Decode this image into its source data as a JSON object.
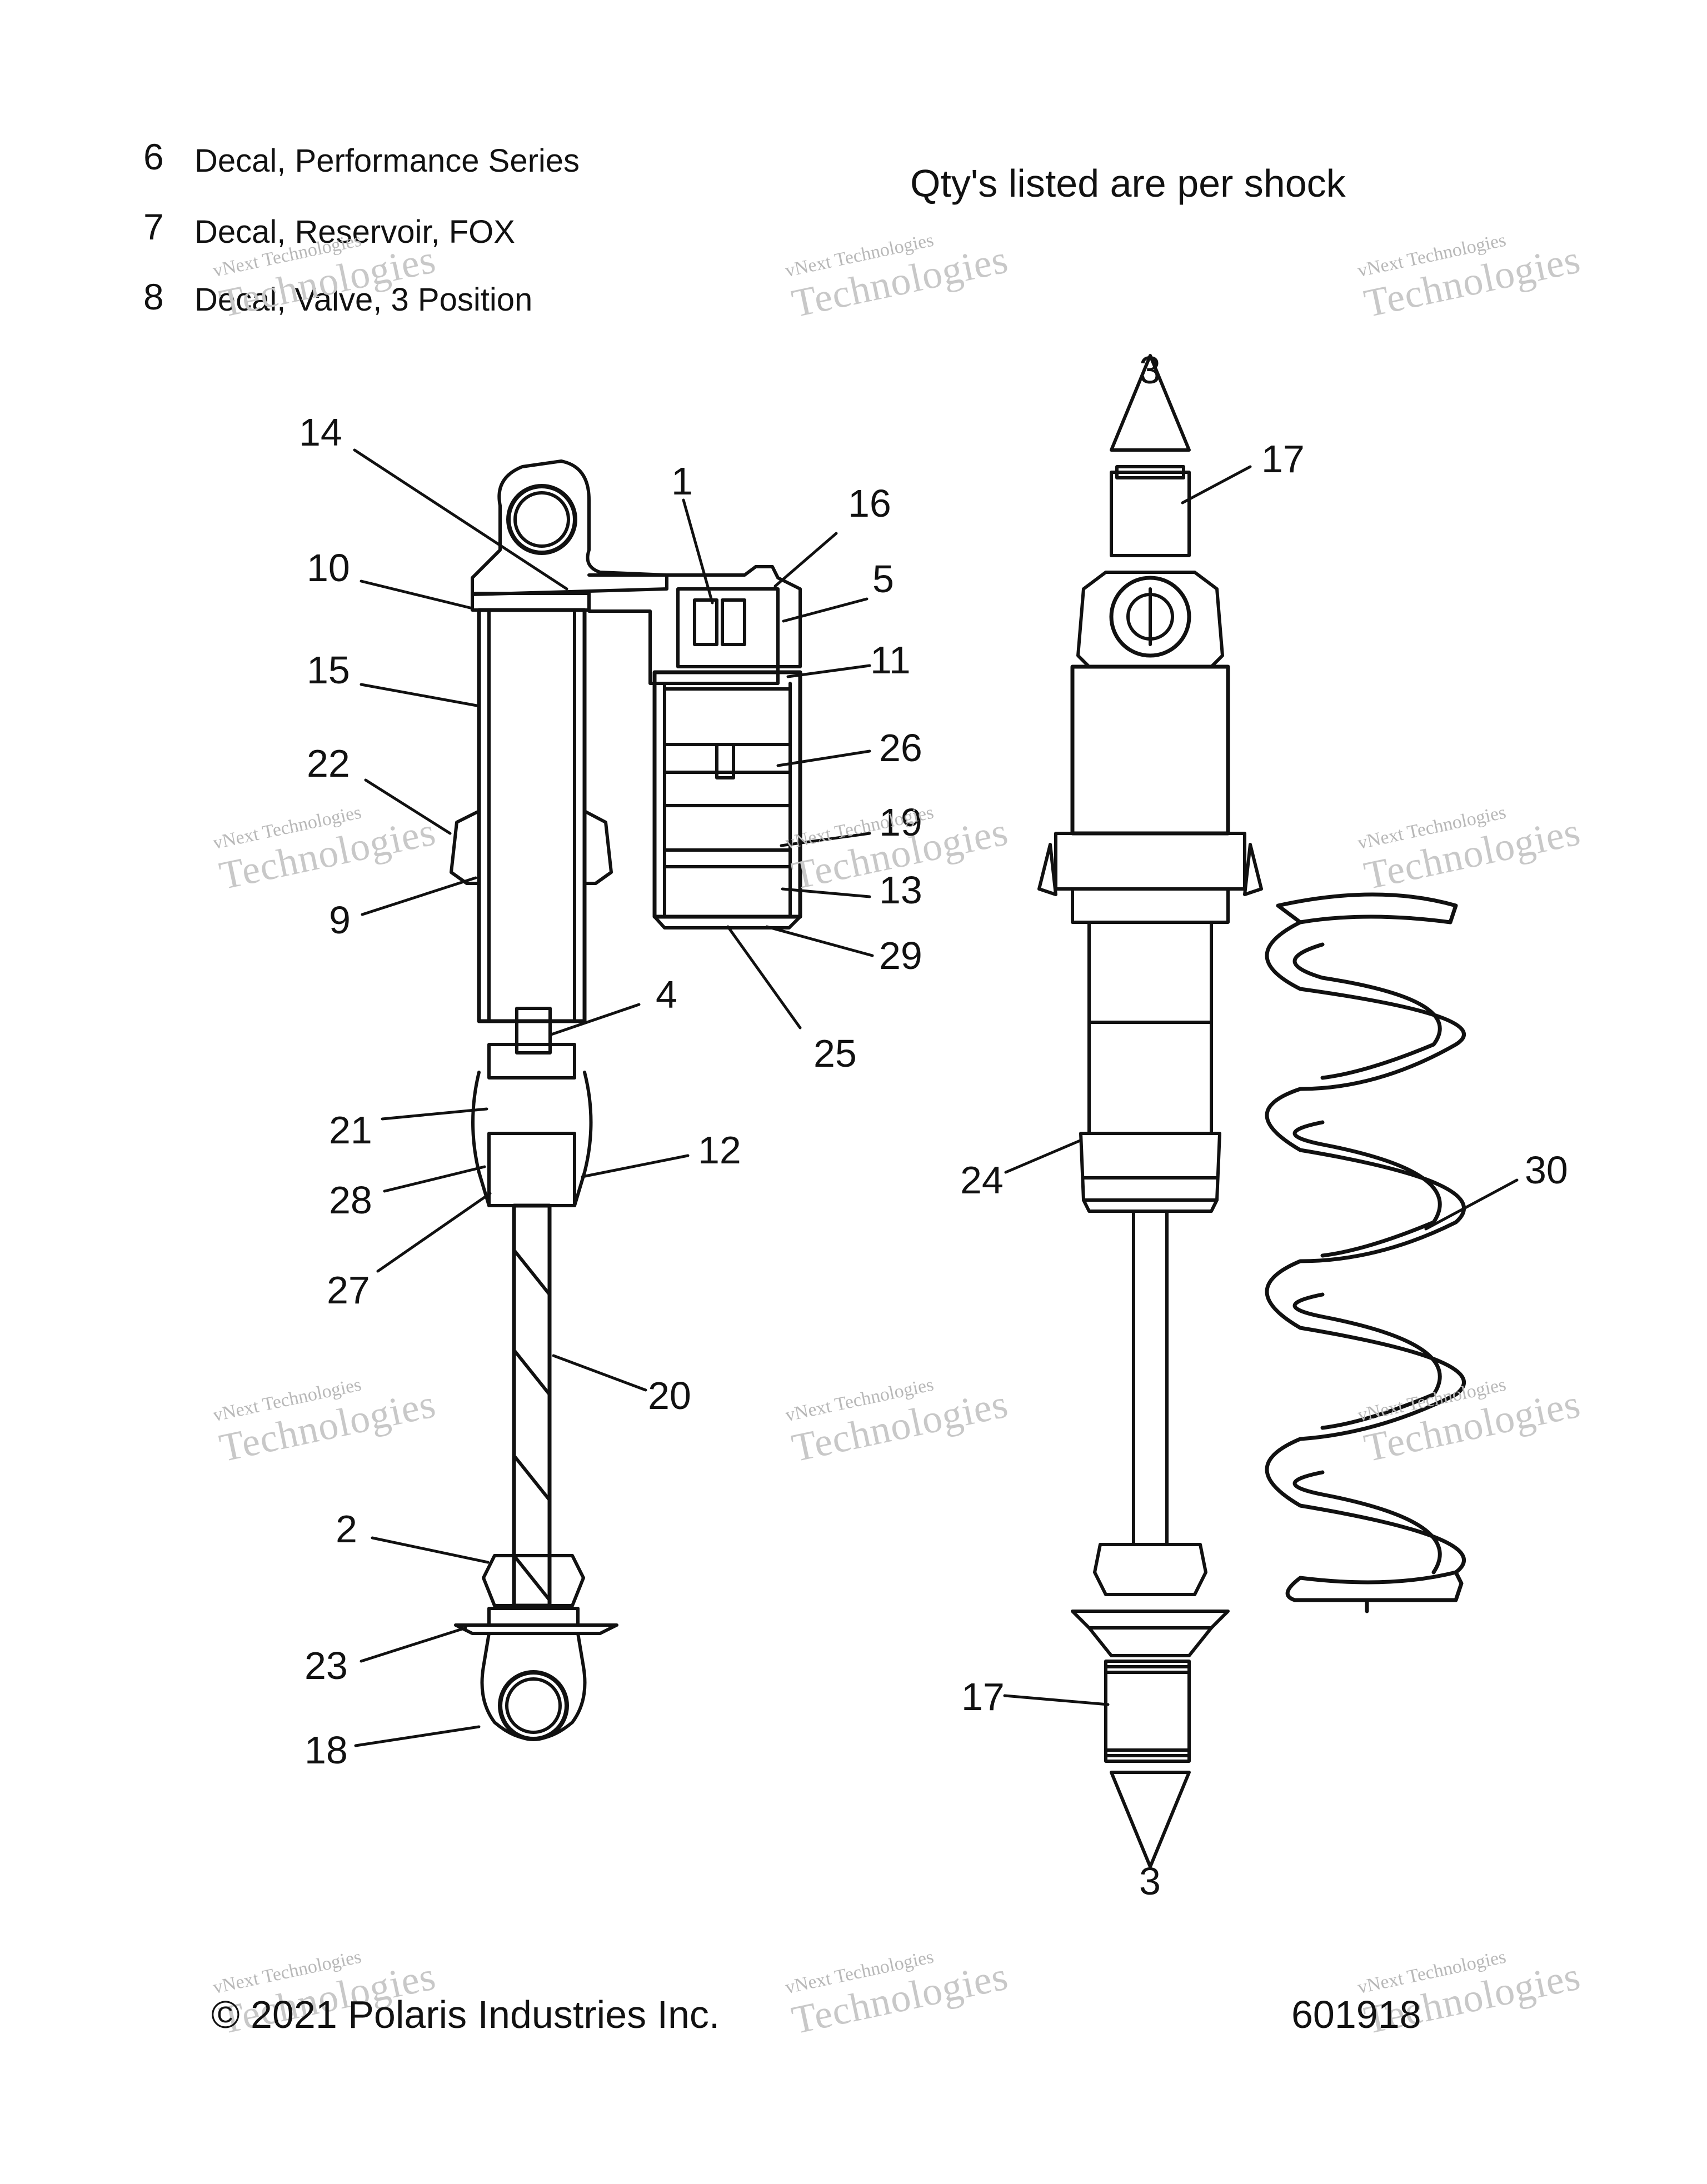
{
  "legend": [
    {
      "num": "6",
      "text": "Decal, Performance Series"
    },
    {
      "num": "7",
      "text": "Decal, Reservoir, FOX"
    },
    {
      "num": "8",
      "text": "Decal, Valve, 3 Position"
    }
  ],
  "note": "Qty's listed are per shock",
  "callouts": {
    "c14": "14",
    "c10": "10",
    "c15": "15",
    "c22": "22",
    "c9": "9",
    "c1": "1",
    "c16": "16",
    "c5": "5",
    "c11": "11",
    "c26": "26",
    "c19": "19",
    "c13": "13",
    "c29": "29",
    "c25": "25",
    "c4": "4",
    "c21": "21",
    "c12": "12",
    "c28": "28",
    "c27": "27",
    "c20": "20",
    "c2": "2",
    "c23": "23",
    "c18": "18",
    "c3top": "3",
    "c17top": "17",
    "c24": "24",
    "c30": "30",
    "c17bot": "17",
    "c3bot": "3"
  },
  "watermark": {
    "line1": "vNext Technologies",
    "line2": "Technologies"
  },
  "footer": {
    "copyright": "© 2021 Polaris Industries Inc.",
    "figure_id": "601918"
  }
}
